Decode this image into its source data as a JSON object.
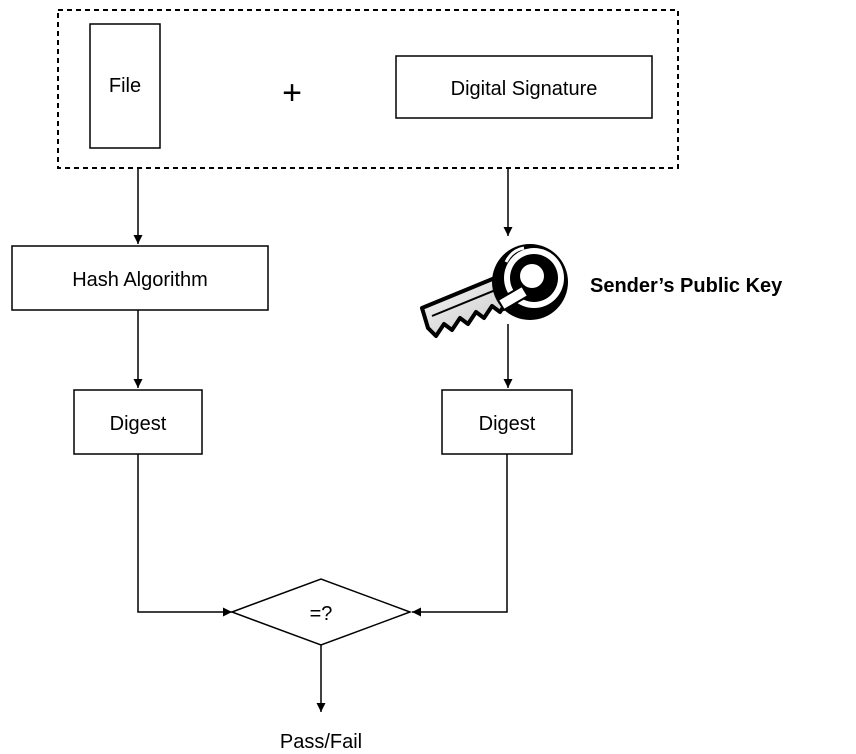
{
  "diagram": {
    "input_group": {
      "file_label": "File",
      "plus_symbol": "+",
      "signature_label": "Digital Signature"
    },
    "left_branch": {
      "hash_label": "Hash Algorithm",
      "digest_label": "Digest"
    },
    "right_branch": {
      "key_label": "Sender’s Public Key",
      "key_icon": "key-icon",
      "digest_label": "Digest"
    },
    "compare": {
      "label": "=?"
    },
    "result": {
      "label": "Pass/Fail"
    }
  }
}
